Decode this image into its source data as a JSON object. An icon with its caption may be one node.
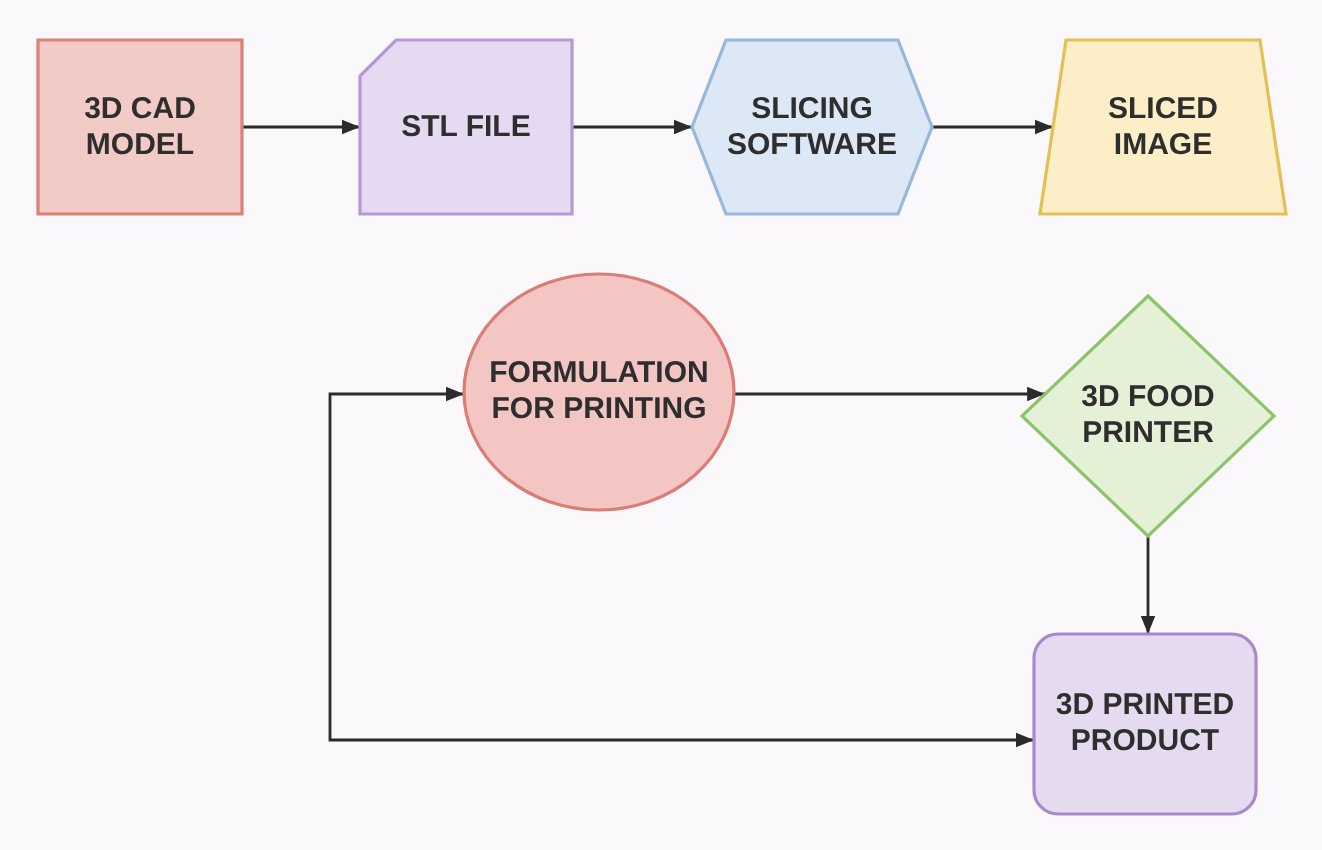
{
  "diagram": {
    "nodes": [
      {
        "text": [
          "3D CAD MODEL"
        ]
      },
      {
        "text": [
          "STL FILE"
        ]
      },
      {
        "text": [
          "SLICING SOFTWARE"
        ]
      },
      {
        "text": [
          "SLICED IMAGE"
        ]
      },
      {
        "text": [
          "FORMULATION FOR PRINTING"
        ]
      },
      {
        "text": [
          "3D FOOD PRINTER"
        ]
      },
      {
        "text": [
          "3D PRINTED PRODUCT"
        ]
      }
    ],
    "edges": [
      {
        "from": 0,
        "to": 1,
        "arrow": "to"
      },
      {
        "from": 1,
        "to": 2,
        "arrow": "to"
      },
      {
        "from": 2,
        "to": 3,
        "arrow": "to"
      },
      {
        "from": 4,
        "to": 5,
        "arrow": "to"
      },
      {
        "from": 5,
        "to": 6,
        "arrow": "to"
      },
      {
        "from": 4,
        "to": 6,
        "arrow": "both"
      }
    ]
  }
}
